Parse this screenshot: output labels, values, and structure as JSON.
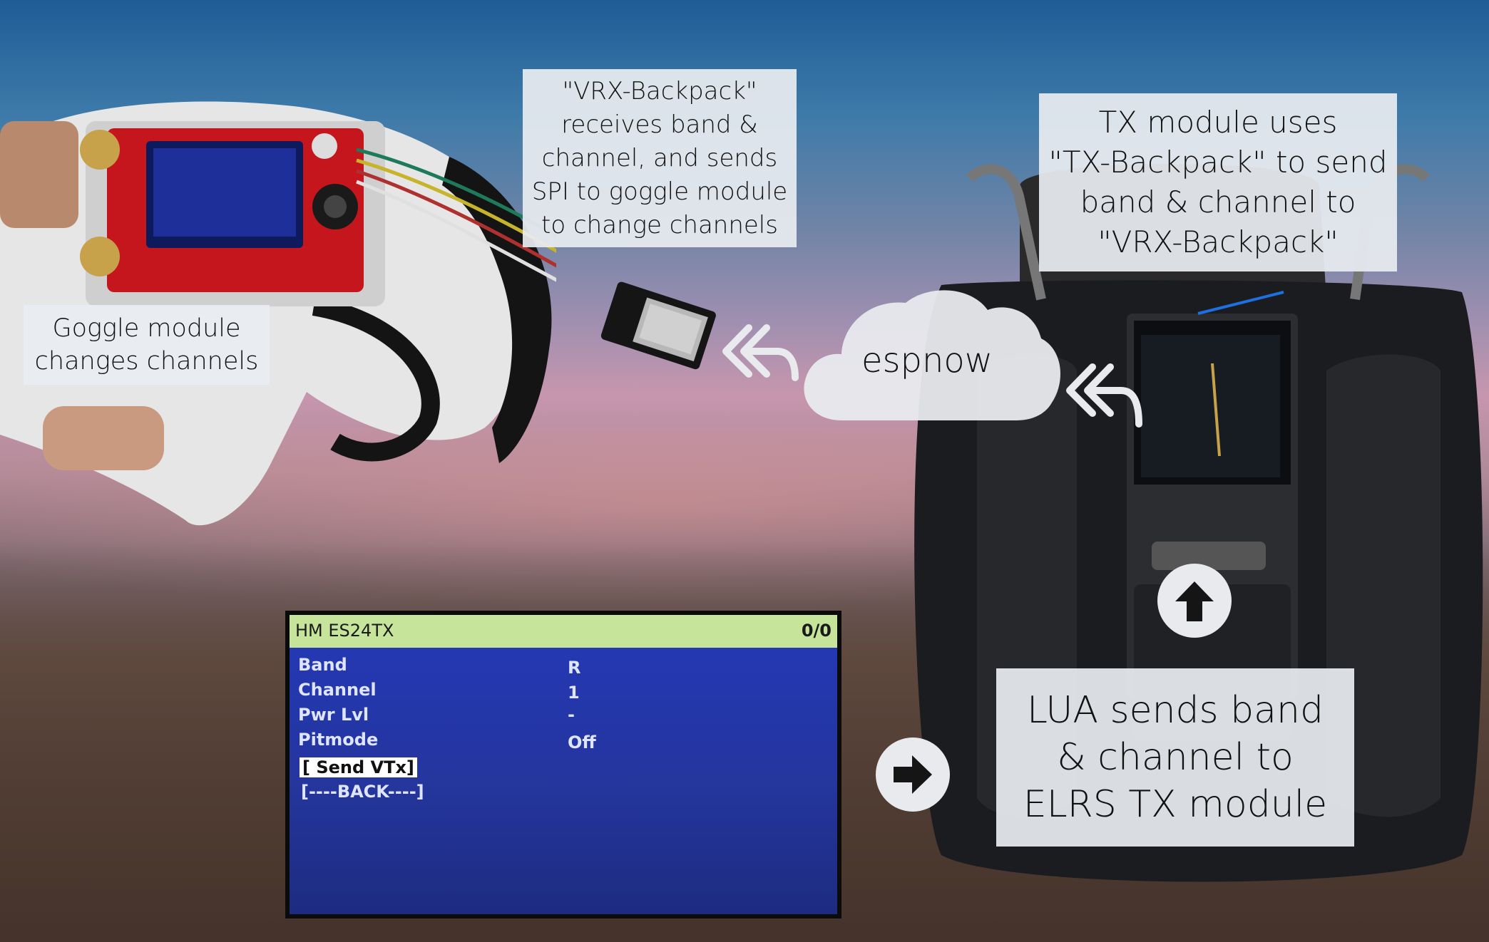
{
  "labels": {
    "vrx_backpack": "\"VRX-Backpack\"\nreceives band &\nchannel, and sends\nSPI to goggle module\nto change channels",
    "tx_module": "TX module uses\n\"TX-Backpack\" to send\nband & channel to\n\"VRX-Backpack\"",
    "goggle_module": "Goggle module\nchanges channels",
    "lua": "LUA sends band\n& channel to\nELRS TX module",
    "cloud": "espnow"
  },
  "osd": {
    "title": "HM ES24TX",
    "count": "0/0",
    "rows": [
      {
        "label": "Band",
        "value": "R"
      },
      {
        "label": "Channel",
        "value": "1"
      },
      {
        "label": "Pwr Lvl",
        "value": "-"
      },
      {
        "label": "Pitmode",
        "value": "Off"
      }
    ],
    "send_button": "[ Send VTx]",
    "back_button": "[----BACK----]"
  },
  "colors": {
    "label_bg": "#e8ecf0",
    "osd_header": "#c7e59a",
    "osd_body": "#2338b8"
  },
  "icons": [
    "up-arrow-icon",
    "right-arrow-icon",
    "cloud-icon",
    "back-arrow-icon"
  ]
}
